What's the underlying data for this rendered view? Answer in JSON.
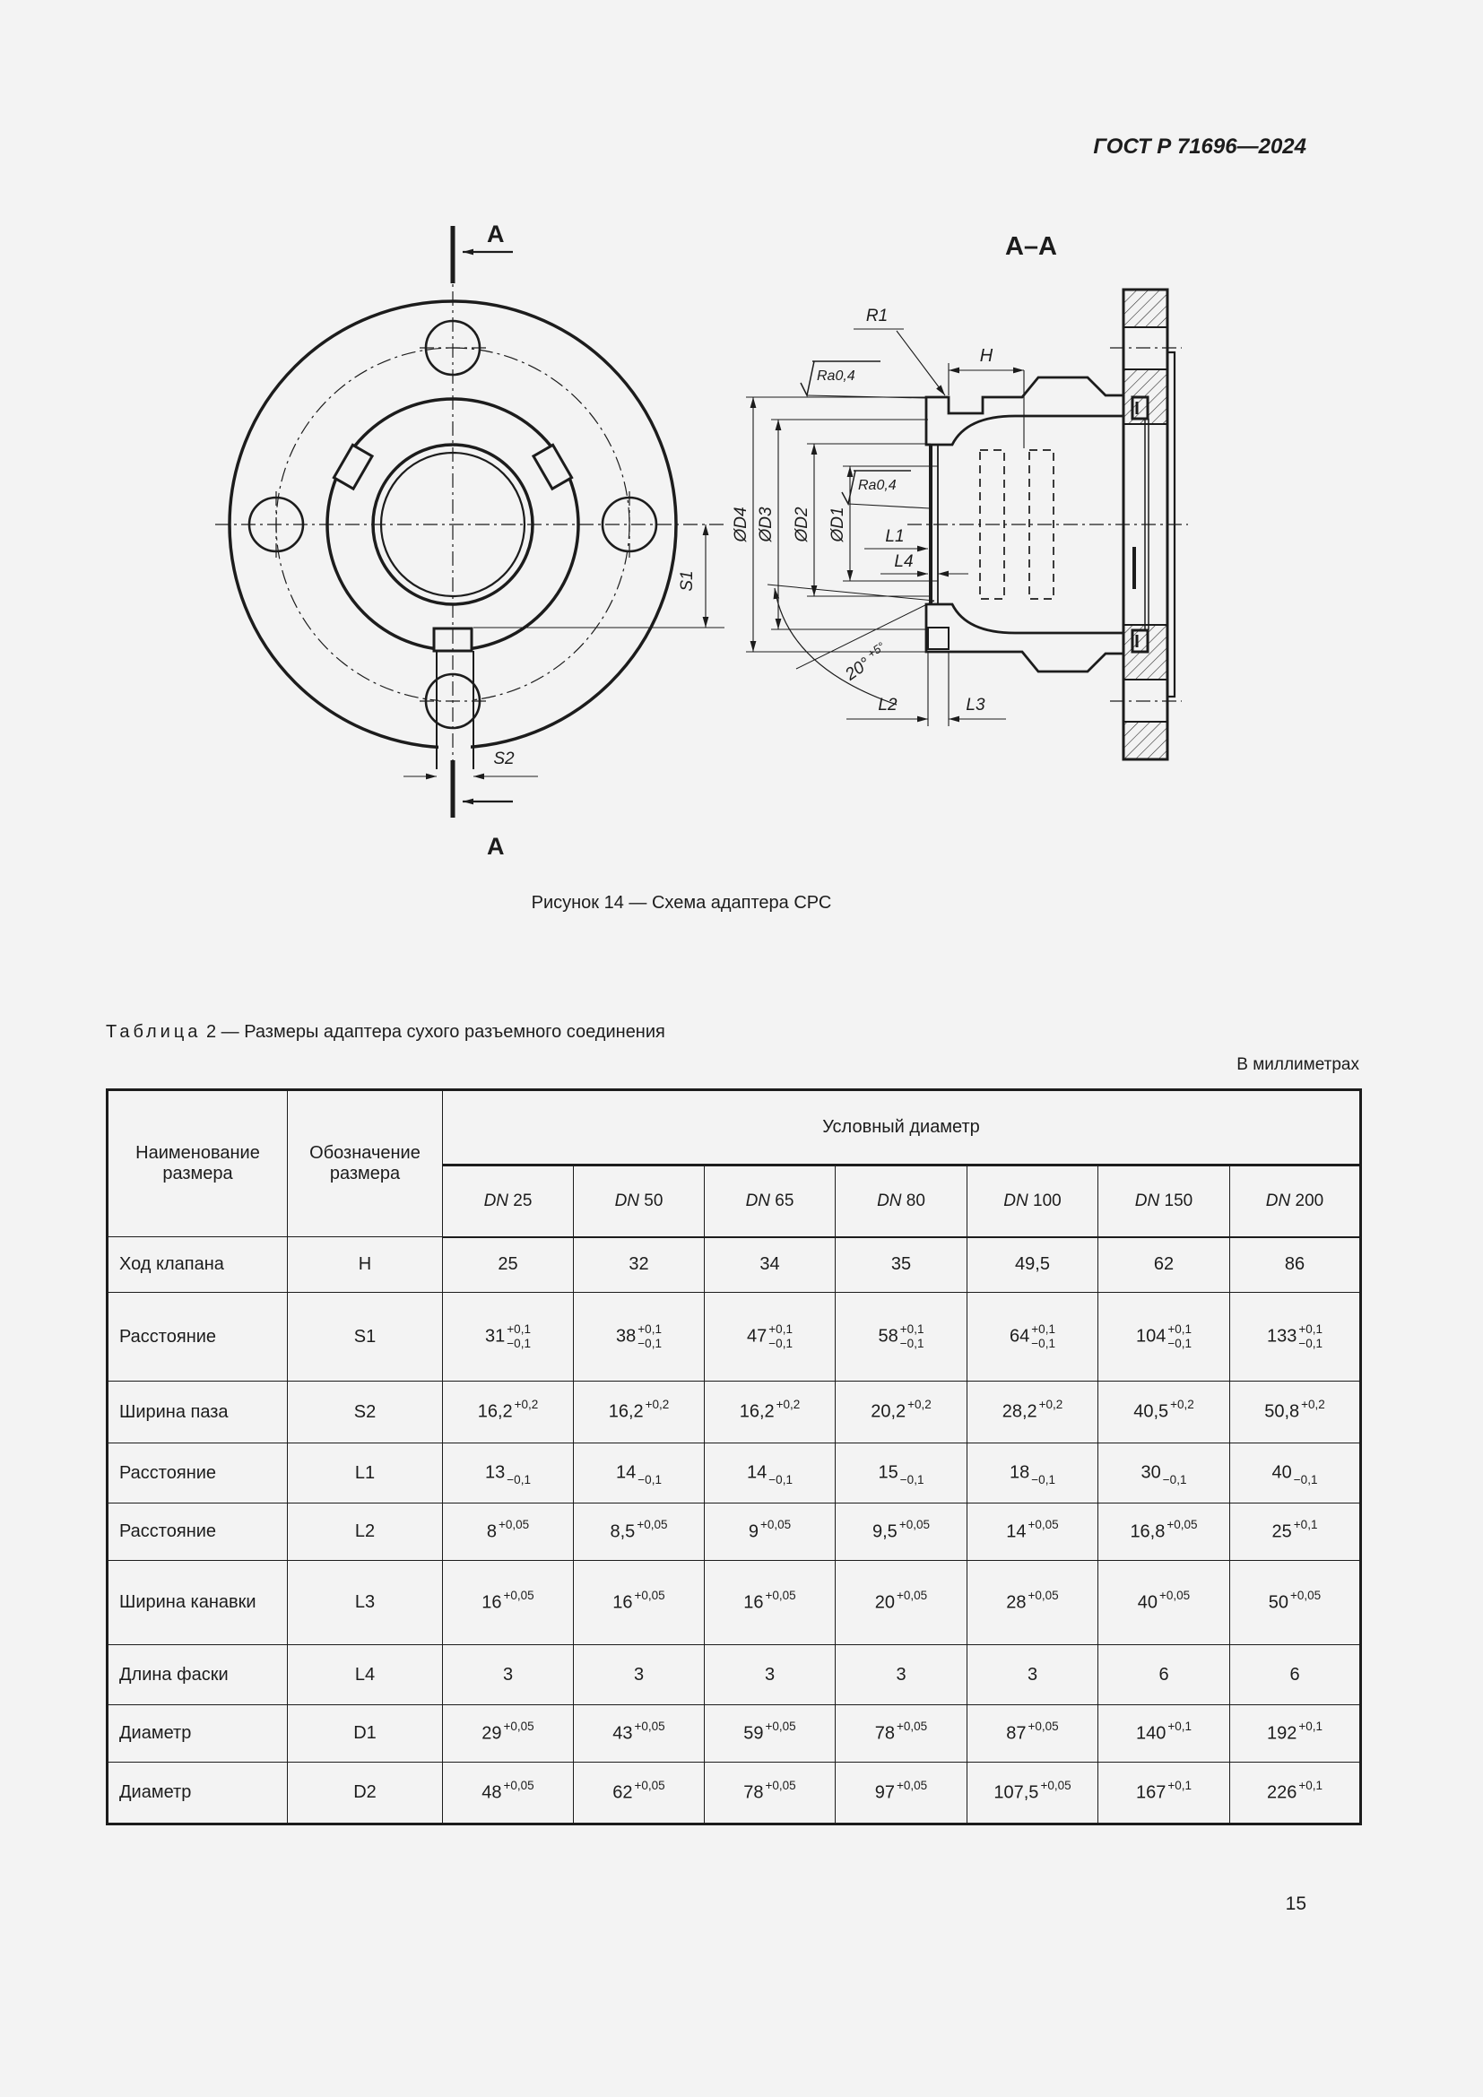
{
  "page": {
    "standard": "ГОСТ Р 71696—2024",
    "number": "15"
  },
  "figure": {
    "caption": "Рисунок 14 — Схема адаптера СРС",
    "section_label": "A",
    "section_title": "A–A",
    "labels": {
      "r1": "R1",
      "ra": "Ra0,4",
      "h": "H",
      "d4": "ØD4",
      "d3": "ØD3",
      "d2": "ØD2",
      "d1": "ØD1",
      "l1": "L1",
      "l2": "L2",
      "l3": "L3",
      "l4": "L4",
      "s1": "S1",
      "s2": "S2",
      "angle": "20°",
      "angle_tol": "+5°"
    }
  },
  "table": {
    "title_label": "Таблица",
    "title_number": "2",
    "title_text": "— Размеры адаптера сухого разъемного соединения",
    "units_note": "В миллиметрах",
    "header": {
      "col_name": "Наименование размера",
      "col_symbol": "Обозначение размера",
      "group": "Условный диаметр"
    },
    "dn_columns": [
      {
        "prefix": "DN",
        "value": "25"
      },
      {
        "prefix": "DN",
        "value": "50"
      },
      {
        "prefix": "DN",
        "value": "65"
      },
      {
        "prefix": "DN",
        "value": "80"
      },
      {
        "prefix": "DN",
        "value": "100"
      },
      {
        "prefix": "DN",
        "value": "150"
      },
      {
        "prefix": "DN",
        "value": "200"
      }
    ],
    "rows": [
      {
        "name": "Ход клапана",
        "symbol": "H",
        "cells": [
          {
            "v": "25"
          },
          {
            "v": "32"
          },
          {
            "v": "34"
          },
          {
            "v": "35"
          },
          {
            "v": "49,5"
          },
          {
            "v": "62"
          },
          {
            "v": "86"
          }
        ]
      },
      {
        "name": "Расстояние",
        "symbol": "S1",
        "cells": [
          {
            "v": "31",
            "sup": "+0,1",
            "sub": "−0,1"
          },
          {
            "v": "38",
            "sup": "+0,1",
            "sub": "−0,1"
          },
          {
            "v": "47",
            "sup": "+0,1",
            "sub": "−0,1"
          },
          {
            "v": "58",
            "sup": "+0,1",
            "sub": "−0,1"
          },
          {
            "v": "64",
            "sup": "+0,1",
            "sub": "−0,1"
          },
          {
            "v": "104",
            "sup": "+0,1",
            "sub": "−0,1"
          },
          {
            "v": "133",
            "sup": "+0,1",
            "sub": "−0,1"
          }
        ]
      },
      {
        "name": "Ширина паза",
        "symbol": "S2",
        "cells": [
          {
            "v": "16,2",
            "sup": "+0,2"
          },
          {
            "v": "16,2",
            "sup": "+0,2"
          },
          {
            "v": "16,2",
            "sup": "+0,2"
          },
          {
            "v": "20,2",
            "sup": "+0,2"
          },
          {
            "v": "28,2",
            "sup": "+0,2"
          },
          {
            "v": "40,5",
            "sup": "+0,2"
          },
          {
            "v": "50,8",
            "sup": "+0,2"
          }
        ]
      },
      {
        "name": "Расстояние",
        "symbol": "L1",
        "cells": [
          {
            "v": "13",
            "sub": "−0,1"
          },
          {
            "v": "14",
            "sub": "−0,1"
          },
          {
            "v": "14",
            "sub": "−0,1"
          },
          {
            "v": "15",
            "sub": "−0,1"
          },
          {
            "v": "18",
            "sub": "−0,1"
          },
          {
            "v": "30",
            "sub": "−0,1"
          },
          {
            "v": "40",
            "sub": "−0,1"
          }
        ]
      },
      {
        "name": "Расстояние",
        "symbol": "L2",
        "cells": [
          {
            "v": "8",
            "sup": "+0,05"
          },
          {
            "v": "8,5",
            "sup": "+0,05"
          },
          {
            "v": "9",
            "sup": "+0,05"
          },
          {
            "v": "9,5",
            "sup": "+0,05"
          },
          {
            "v": "14",
            "sup": "+0,05"
          },
          {
            "v": "16,8",
            "sup": "+0,05"
          },
          {
            "v": "25",
            "sup": "+0,1"
          }
        ]
      },
      {
        "name": "Ширина канавки",
        "symbol": "L3",
        "cells": [
          {
            "v": "16",
            "sup": "+0,05"
          },
          {
            "v": "16",
            "sup": "+0,05"
          },
          {
            "v": "16",
            "sup": "+0,05"
          },
          {
            "v": "20",
            "sup": "+0,05"
          },
          {
            "v": "28",
            "sup": "+0,05"
          },
          {
            "v": "40",
            "sup": "+0,05"
          },
          {
            "v": "50",
            "sup": "+0,05"
          }
        ]
      },
      {
        "name": "Длина фаски",
        "symbol": "L4",
        "cells": [
          {
            "v": "3"
          },
          {
            "v": "3"
          },
          {
            "v": "3"
          },
          {
            "v": "3"
          },
          {
            "v": "3"
          },
          {
            "v": "6"
          },
          {
            "v": "6"
          }
        ]
      },
      {
        "name": "Диаметр",
        "symbol": "D1",
        "cells": [
          {
            "v": "29",
            "sup": "+0,05"
          },
          {
            "v": "43",
            "sup": "+0,05"
          },
          {
            "v": "59",
            "sup": "+0,05"
          },
          {
            "v": "78",
            "sup": "+0,05"
          },
          {
            "v": "87",
            "sup": "+0,05"
          },
          {
            "v": "140",
            "sup": "+0,1"
          },
          {
            "v": "192",
            "sup": "+0,1"
          }
        ]
      },
      {
        "name": "Диаметр",
        "symbol": "D2",
        "cells": [
          {
            "v": "48",
            "sup": "+0,05"
          },
          {
            "v": "62",
            "sup": "+0,05"
          },
          {
            "v": "78",
            "sup": "+0,05"
          },
          {
            "v": "97",
            "sup": "+0,05"
          },
          {
            "v": "107,5",
            "sup": "+0,05"
          },
          {
            "v": "167",
            "sup": "+0,1"
          },
          {
            "v": "226",
            "sup": "+0,1"
          }
        ]
      }
    ]
  }
}
